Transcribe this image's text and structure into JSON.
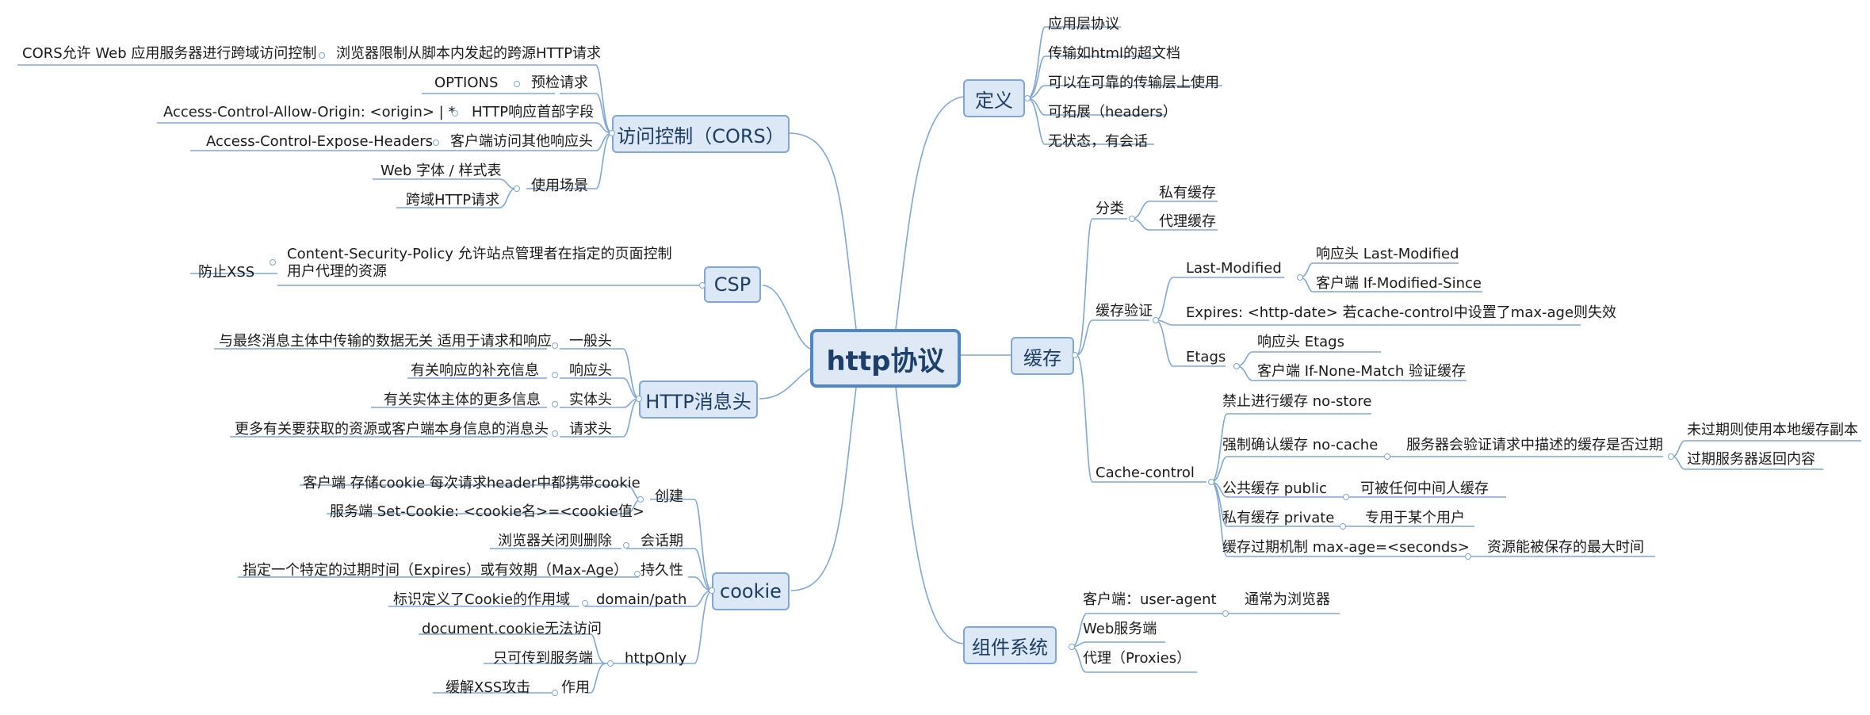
{
  "root": "http协议",
  "right": {
    "def": {
      "label": "定义",
      "items": [
        "应用层协议",
        "传输如html的超文档",
        "可以在可靠的传输层上使用",
        "可拓展（headers）",
        "无状态，有会话"
      ]
    },
    "cache": {
      "label": "缓存",
      "cat": {
        "label": "分类",
        "items": [
          "私有缓存",
          "代理缓存"
        ]
      },
      "verify": {
        "label": "缓存验证",
        "lm": {
          "label": "Last-Modified",
          "items": [
            "响应头 Last-Modified",
            "客户端 If-Modified-Since"
          ]
        },
        "expires": "Expires: <http-date> 若cache-control中设置了max-age则失效",
        "etags": {
          "label": "Etags",
          "items": [
            "响应头 Etags",
            "客户端 If-None-Match 验证缓存"
          ]
        }
      },
      "cc": {
        "label": "Cache-control",
        "nostore": "禁止进行缓存 no-store",
        "nocache": {
          "label": "强制确认缓存 no-cache",
          "detail": "服务器会验证请求中描述的缓存是否过期",
          "items": [
            "未过期则使用本地缓存副本",
            "过期服务器返回内容"
          ]
        },
        "public": {
          "label": "公共缓存 public",
          "detail": "可被任何中间人缓存"
        },
        "private": {
          "label": "私有缓存 private",
          "detail": "专用于某个用户"
        },
        "maxage": {
          "label": "缓存过期机制 max-age=<seconds>",
          "detail": "资源能被保存的最大时间"
        }
      }
    },
    "comp": {
      "label": "组件系统",
      "ua": "客户端：user-agent",
      "ua_detail": "通常为浏览器",
      "items": [
        "Web服务端",
        "代理（Proxies）"
      ]
    }
  },
  "left": {
    "cors": {
      "label": "访问控制（CORS）",
      "browser": "浏览器限制从脚本内发起的跨源HTTP请求",
      "browser_detail": "CORS允许 Web 应用服务器进行跨域访问控制",
      "preflight": "预检请求",
      "preflight_detail": "OPTIONS",
      "resp": "HTTP响应首部字段",
      "resp_detail": "Access-Control-Allow-Origin: <origin> | *",
      "expose": "客户端访问其他响应头",
      "expose_detail": "Access-Control-Expose-Headers",
      "use": "使用场景",
      "use_items": [
        "Web 字体 / 样式表",
        "跨域HTTP请求"
      ]
    },
    "csp": {
      "label": "CSP",
      "detail": "Content-Security-Policy 允许站点管理者在指定的页面控制用户代理的资源",
      "sub": "防止XSS"
    },
    "headers": {
      "label": "HTTP消息头",
      "items": [
        {
          "k": "一般头",
          "v": "与最终消息主体中传输的数据无关 适用于请求和响应"
        },
        {
          "k": "响应头",
          "v": "有关响应的补充信息"
        },
        {
          "k": "实体头",
          "v": "有关实体主体的更多信息"
        },
        {
          "k": "请求头",
          "v": "更多有关要获取的资源或客户端本身信息的消息头"
        }
      ]
    },
    "cookie": {
      "label": "cookie",
      "create": "创建",
      "create_items": [
        "客户端 存储cookie 每次请求header中都携带cookie",
        "服务端 Set-Cookie: <cookie名>=<cookie值>"
      ],
      "session": "会话期",
      "session_detail": "浏览器关闭则删除",
      "persist": "持久性",
      "persist_detail": "指定一个特定的过期时间（Expires）或有效期（Max-Age）",
      "domain": "domain/path",
      "domain_detail": "标识定义了Cookie的作用域",
      "httponly": "httpOnly",
      "httponly_items": [
        "document.cookie无法访问",
        "只可传到服务端"
      ],
      "effect": "作用",
      "effect_detail": "缓解XSS攻击"
    }
  }
}
